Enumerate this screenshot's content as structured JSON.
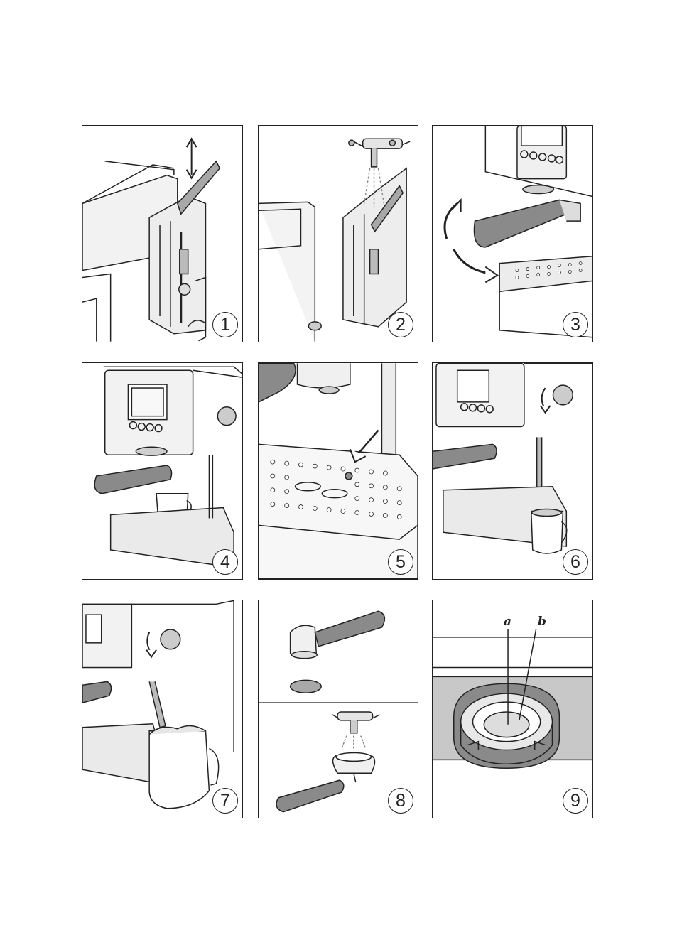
{
  "steps": [
    {
      "number": "1",
      "name": "water-tank-removal"
    },
    {
      "number": "2",
      "name": "water-tank-filling"
    },
    {
      "number": "3",
      "name": "filter-holder-rotation"
    },
    {
      "number": "4",
      "name": "espresso-brewing"
    },
    {
      "number": "5",
      "name": "drip-tray-indicator"
    },
    {
      "number": "6",
      "name": "hot-water-dispensing"
    },
    {
      "number": "7",
      "name": "milk-frothing"
    },
    {
      "number": "8",
      "name": "filter-cleaning"
    },
    {
      "number": "9",
      "name": "filter-detail"
    }
  ],
  "labels": {
    "a": "a",
    "b": "b"
  },
  "colors": {
    "line": "#222222",
    "grey_light": "#d4d4d4",
    "grey_mid": "#a8a8a8",
    "grey_dark": "#6f6f6f",
    "handle": "#8a8a8a"
  }
}
